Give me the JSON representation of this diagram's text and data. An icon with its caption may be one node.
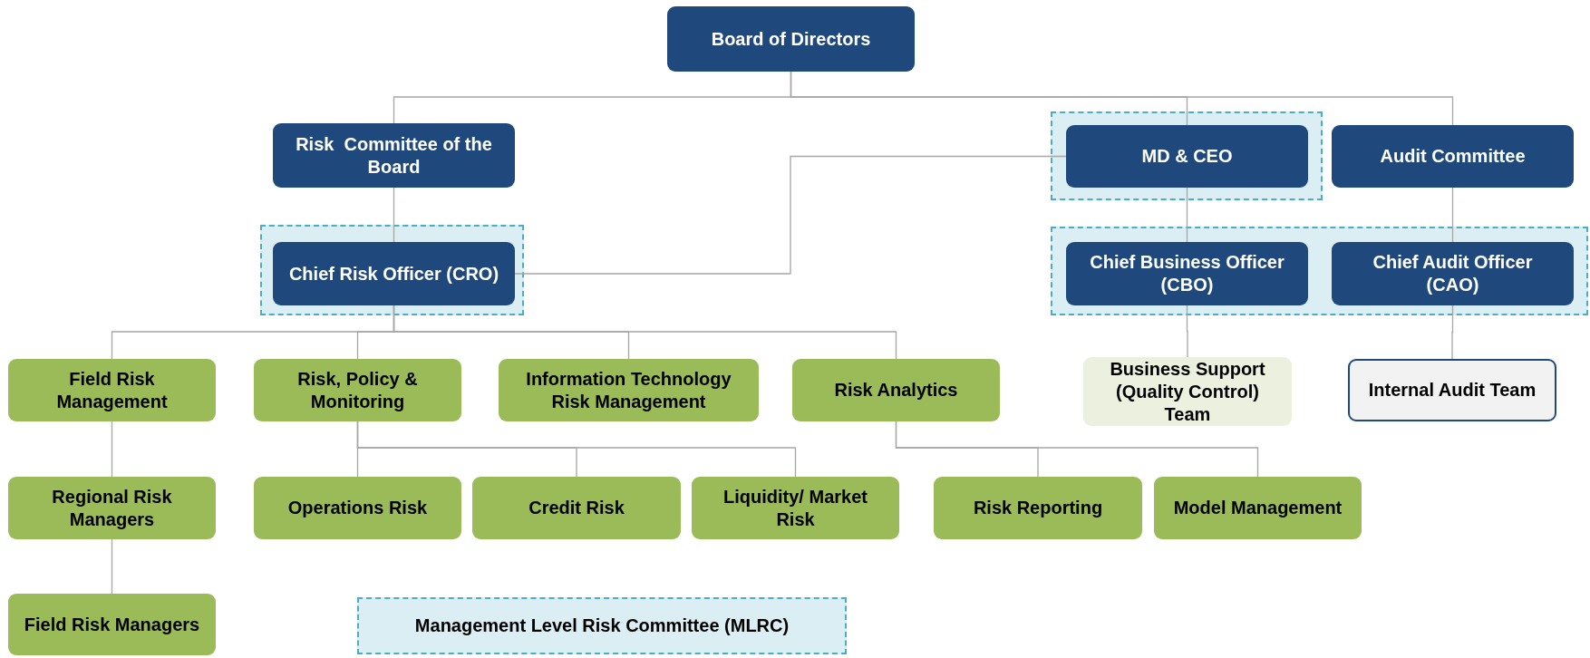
{
  "diagram": {
    "nodes": [
      {
        "text": [
          "Board of Directors"
        ]
      },
      {
        "text": [
          "Risk  Committee of the Board"
        ]
      },
      {
        "text": [],
        "shape": "box"
      },
      {
        "text": [
          "MD & CEO"
        ],
        "in": 2
      },
      {
        "text": [
          "Audit Committee"
        ]
      },
      {
        "text": [],
        "shape": "box"
      },
      {
        "text": [
          "Chief Risk Officer (CRO)"
        ],
        "in": 5
      },
      {
        "text": [],
        "shape": "box"
      },
      {
        "text": [
          "Chief Business Officer (CBO)"
        ],
        "in": 7
      },
      {
        "text": [
          "Chief Audit Officer (CAO)"
        ],
        "in": 7
      },
      {
        "text": [
          "Field Risk Management"
        ]
      },
      {
        "text": [
          "Risk, Policy & Monitoring"
        ]
      },
      {
        "text": [
          "Information Technology Risk Management"
        ]
      },
      {
        "text": [
          "Risk Analytics"
        ]
      },
      {
        "text": [
          "Business Support (Quality Control) Team"
        ]
      },
      {
        "text": [
          "Internal Audit Team"
        ]
      },
      {
        "text": [
          "Regional Risk Managers"
        ]
      },
      {
        "text": [
          "Operations Risk"
        ]
      },
      {
        "text": [
          "Credit Risk"
        ]
      },
      {
        "text": [
          "Liquidity/ Market Risk"
        ]
      },
      {
        "text": [
          "Risk Reporting"
        ]
      },
      {
        "text": [
          "Model Management"
        ]
      },
      {
        "text": [
          "Field Risk Managers"
        ]
      },
      {
        "text": [
          "Management Level Risk Committee (MLRC)"
        ]
      }
    ],
    "edges": [
      {
        "from": 0,
        "to": 1,
        "arrow": "none"
      },
      {
        "from": 0,
        "to": 3,
        "arrow": "none"
      },
      {
        "from": 0,
        "to": 4,
        "arrow": "none"
      },
      {
        "from": 1,
        "to": 6,
        "arrow": "none"
      },
      {
        "from": 3,
        "to": 6,
        "arrow": "none"
      },
      {
        "from": 3,
        "to": 8,
        "arrow": "none"
      },
      {
        "from": 4,
        "to": 9,
        "arrow": "none"
      },
      {
        "from": 6,
        "to": 10,
        "arrow": "none"
      },
      {
        "from": 6,
        "to": 11,
        "arrow": "none"
      },
      {
        "from": 6,
        "to": 12,
        "arrow": "none"
      },
      {
        "from": 6,
        "to": 13,
        "arrow": "none"
      },
      {
        "from": 8,
        "to": 14,
        "arrow": "none"
      },
      {
        "from": 9,
        "to": 15,
        "arrow": "none"
      },
      {
        "from": 10,
        "to": 16,
        "arrow": "none"
      },
      {
        "from": 16,
        "to": 22,
        "arrow": "none"
      },
      {
        "from": 11,
        "to": 17,
        "arrow": "none"
      },
      {
        "from": 11,
        "to": 18,
        "arrow": "none"
      },
      {
        "from": 11,
        "to": 19,
        "arrow": "none"
      },
      {
        "from": 13,
        "to": 20,
        "arrow": "none"
      },
      {
        "from": 13,
        "to": 21,
        "arrow": "none"
      }
    ]
  }
}
